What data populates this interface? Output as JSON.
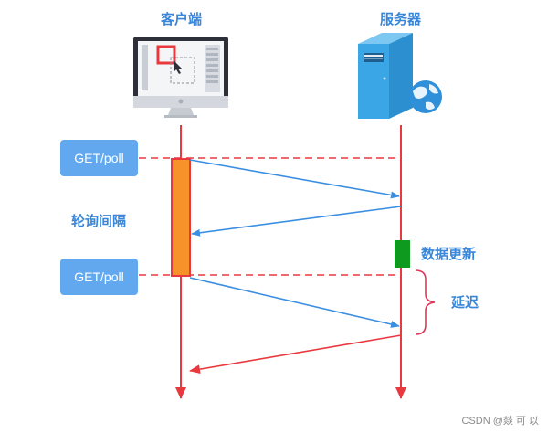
{
  "participants": {
    "client": {
      "label": "客户端",
      "icon": "monitor-icon"
    },
    "server": {
      "label": "服务器",
      "icon": "server-icon"
    }
  },
  "requests": [
    {
      "label": "GET/poll"
    },
    {
      "label": "GET/poll"
    }
  ],
  "annotations": {
    "poll_interval": "轮询间隔",
    "data_update": "数据更新",
    "delay": "延迟"
  },
  "colors": {
    "lifeline": "#e8393f",
    "request_arrow": "#3b8fe0",
    "activation": "#f7922a",
    "data_update_block": "#0e9a1f",
    "label_blue": "#3a86d8",
    "button_bg": "#62a8ef"
  },
  "watermark": "CSDN @燚 可 以"
}
